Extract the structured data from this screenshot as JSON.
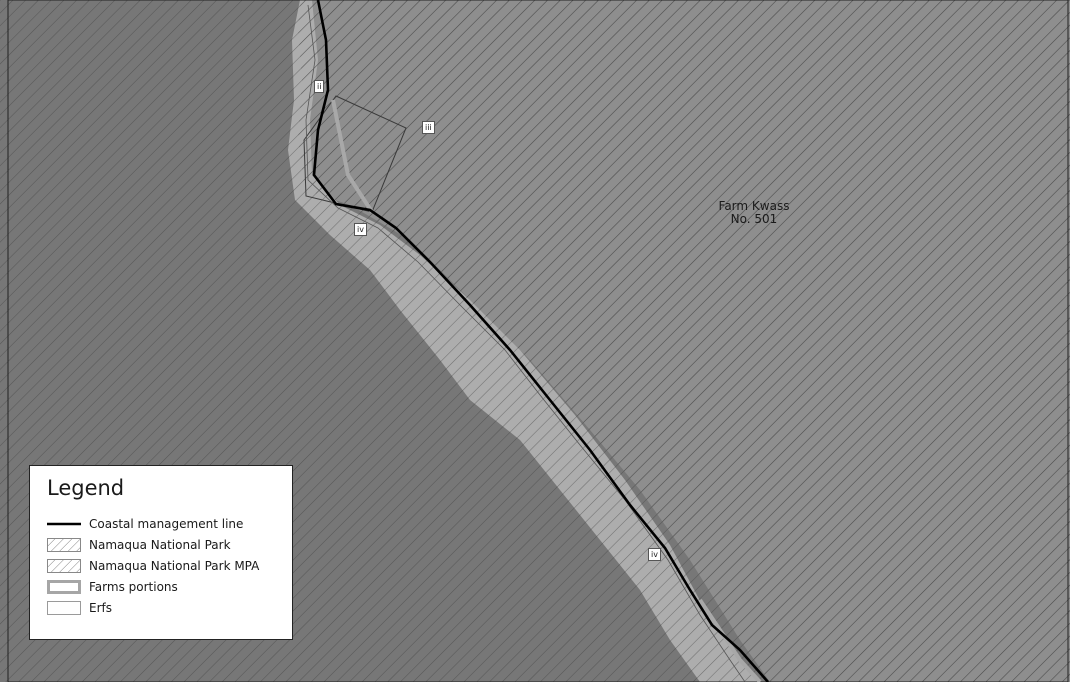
{
  "colors": {
    "sea": "#787878",
    "land": "#8f8f8f",
    "beach": "#b4b4b4",
    "hatch": "#444444",
    "coastline": "#000000",
    "farm_portion": "#a6a6a6",
    "erf": "#5a5a5a"
  },
  "map": {
    "farm_label_line1": "Farm Kwass",
    "farm_label_line2": "No. 501",
    "markers": [
      "ii",
      "iii",
      "iv",
      "iv"
    ]
  },
  "legend": {
    "title": "Legend",
    "items": [
      {
        "label": "Coastal management line",
        "symbol": "thick-black-line"
      },
      {
        "label": "Namaqua National Park",
        "symbol": "hatched-box"
      },
      {
        "label": "Namaqua National Park MPA",
        "symbol": "hatched-box"
      },
      {
        "label": "Farms portions",
        "symbol": "grey-outline-box"
      },
      {
        "label": "Erfs",
        "symbol": "thin-outline-box"
      }
    ]
  }
}
